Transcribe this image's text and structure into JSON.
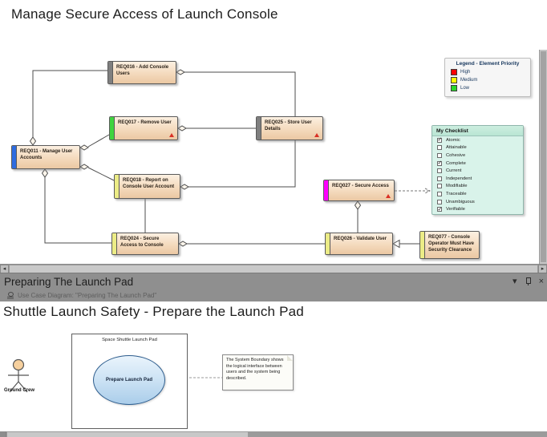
{
  "top_diagram": {
    "title": "Manage Secure Access of Launch Console",
    "requirements": {
      "req011": {
        "label": "REQ011 - Manage User Accounts",
        "bar_color": "#2e6ce0",
        "warning": false
      },
      "req016": {
        "label": "REQ016 - Add Console Users",
        "bar_color": "#7f7f7f",
        "warning": false
      },
      "req017": {
        "label": "REQ017 - Remove User",
        "bar_color": "#3fd43f",
        "warning": true
      },
      "req018": {
        "label": "REQ018 - Report on Console User Account",
        "bar_color": "#ecec86",
        "warning": false
      },
      "req024": {
        "label": "REQ024 - Secure Access to Console",
        "bar_color": "#ecec86",
        "warning": false
      },
      "req025": {
        "label": "REQ025 - Store User Details",
        "bar_color": "#7f7f7f",
        "warning": true
      },
      "req026": {
        "label": "REQ026 - Validate User",
        "bar_color": "#ecec86",
        "warning": false
      },
      "req027": {
        "label": "REQ027 - Secure Access",
        "bar_color": "#ff00ff",
        "warning": true
      },
      "req077": {
        "label": "REQ077 - Console Operator Must Have Security Clearance",
        "bar_color": "#ecec86",
        "warning": false
      }
    },
    "legend": {
      "title": "Legend - Element Priority",
      "items": [
        {
          "label": "High",
          "color": "#fe0000"
        },
        {
          "label": "Medium",
          "color": "#ffff00"
        },
        {
          "label": "Low",
          "color": "#2bd62b"
        }
      ]
    },
    "checklist": {
      "title": "My Checklist",
      "check_glyph": "✓",
      "items": [
        {
          "label": "Atomic",
          "checked": true
        },
        {
          "label": "Attainable",
          "checked": false
        },
        {
          "label": "Cohesive",
          "checked": false
        },
        {
          "label": "Complete",
          "checked": true
        },
        {
          "label": "Current",
          "checked": false
        },
        {
          "label": "Independent",
          "checked": false
        },
        {
          "label": "Modifiable",
          "checked": false
        },
        {
          "label": "Traceable",
          "checked": false
        },
        {
          "label": "Unambiguous",
          "checked": false
        },
        {
          "label": "Verifiable",
          "checked": true
        }
      ]
    }
  },
  "pane": {
    "title": "Preparing The Launch Pad",
    "breadcrumb": "Use Case Diagram: \"Preparing The Launch Pad\"",
    "icons": {
      "dropdown": "▾",
      "close": "×"
    }
  },
  "bottom_diagram": {
    "title": "Shuttle Launch Safety - Prepare the Launch Pad",
    "boundary_label": "Space Shuttle Launch Pad",
    "use_case_label": "Prepare Launch Pad",
    "actor_label": "Ground Crew",
    "note_text": "The System Boundary shows the logical interface between users and the system being described."
  },
  "scrollbar_icons": {
    "left": "◂",
    "right": "▸"
  }
}
